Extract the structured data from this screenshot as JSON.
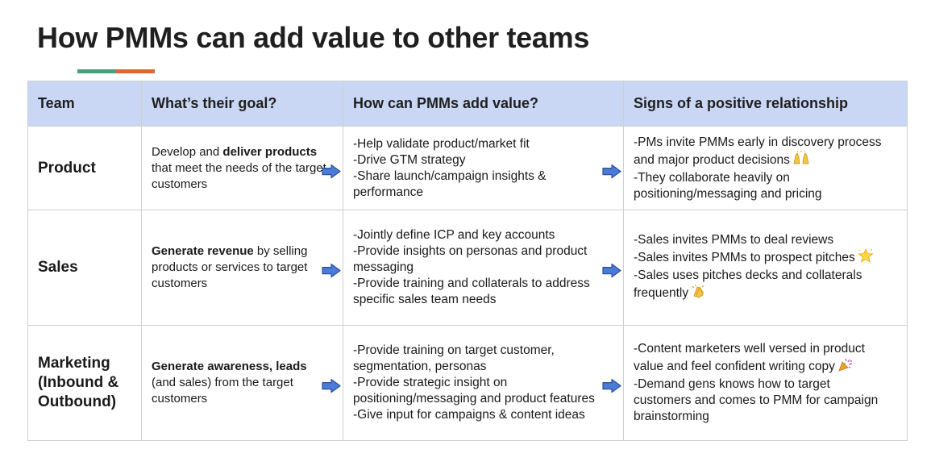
{
  "title": "How PMMs can add value to other teams",
  "colors": {
    "accent_green": "#4a9e7d",
    "accent_orange": "#d9692f",
    "header_bg": "#c9d7f4",
    "arrow": "#4a7bd6",
    "arrow_stroke": "#2c4f9e"
  },
  "table": {
    "headers": [
      "Team",
      "What’s their goal?",
      "How can PMMs add value?",
      "Signs of a positive relationship"
    ],
    "rows": [
      {
        "team_lines": [
          "Product"
        ],
        "goal_pre": "Develop and ",
        "goal_bold": "deliver products",
        "goal_post": " that meet the needs of the target customers",
        "value_lines": [
          "-Help validate product/market fit",
          "-Drive GTM strategy",
          "-Share launch/campaign insights &",
          "performance"
        ],
        "signs_lines": [
          "-PMs invite PMMs early in discovery process",
          "and major product decisions",
          "-They collaborate heavily on",
          "positioning/messaging and pricing"
        ],
        "signs_emoji": [
          null,
          "raised-hands-icon",
          null,
          null
        ]
      },
      {
        "team_lines": [
          "Sales"
        ],
        "goal_pre": "",
        "goal_bold": "Generate revenue",
        "goal_post": " by selling products or services to target customers",
        "value_lines": [
          "-Jointly define ICP  and key accounts",
          "-Provide insights on personas and product",
          "messaging",
          "-Provide training and collaterals to address",
          "specific sales team needs"
        ],
        "signs_lines": [
          "-Sales invites PMMs to deal reviews",
          "-Sales invites PMMs to prospect pitches",
          "-Sales uses pitches decks and collaterals",
          "frequently"
        ],
        "signs_emoji": [
          null,
          "star-icon",
          null,
          "clapping-hands-icon"
        ]
      },
      {
        "team_lines": [
          "Marketing",
          "(Inbound &",
          "Outbound)"
        ],
        "goal_pre": "",
        "goal_bold": "Generate awareness, leads",
        "goal_post": " (and sales) from the target customers",
        "value_lines": [
          "-Provide training on target customer,",
          "segmentation, personas",
          "-Provide strategic insight on",
          "positioning/messaging and product features",
          "-Give input for campaigns & content ideas"
        ],
        "signs_lines": [
          "-Content marketers well versed in product",
          "value and feel confident writing copy",
          "-Demand gens knows how to target",
          "customers and comes to PMM for campaign",
          "brainstorming"
        ],
        "signs_emoji": [
          null,
          "party-popper-icon",
          null,
          null,
          null
        ]
      }
    ]
  }
}
